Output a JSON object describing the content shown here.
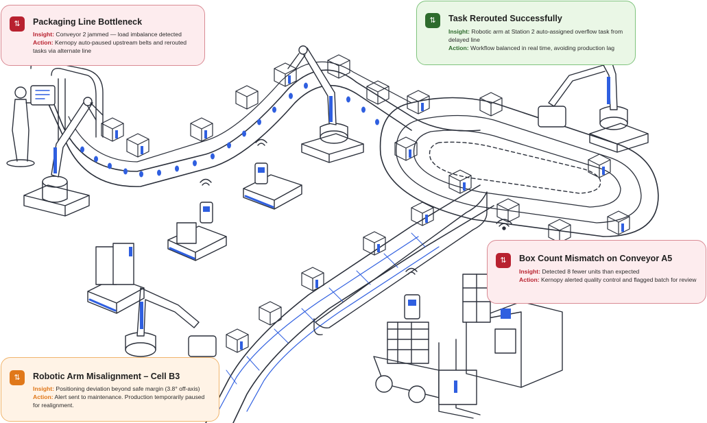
{
  "cards": [
    {
      "title": "Packaging Line Bottleneck",
      "insight_label": "Insight:",
      "insight": "Conveyor 2 jammed — load imbalance detected",
      "action_label": "Action:",
      "action": "Kernopy auto-paused upstream belts and rerouted tasks via alternate line",
      "icon": "alert-route-icon",
      "color": "#b8212f"
    },
    {
      "title": "Task Rerouted Successfully",
      "insight_label": "Insight:",
      "insight": "Robotic arm at Station 2 auto-assigned overflow task from delayed line",
      "action_label": "Action:",
      "action": "Workflow balanced in real time, avoiding production lag",
      "icon": "alert-route-icon",
      "color": "#2e6b2d"
    },
    {
      "title": "Box Count Mismatch on Conveyor A5",
      "insight_label": "Insight:",
      "insight": "Detected 8 fewer units than expected",
      "action_label": "Action:",
      "action": "Kernopy alerted quality control and flagged batch for review",
      "icon": "alert-route-icon",
      "color": "#b8212f"
    },
    {
      "title": "Robotic Arm Misalignment – Cell B3",
      "insight_label": "Insight:",
      "insight": "Positioning deviation beyond safe margin (3.8° off-axis)",
      "action_label": "Action:",
      "action": "Alert sent to maintenance. Production temporarily paused for realignment.",
      "icon": "alert-route-icon",
      "color": "#e0781a"
    }
  ],
  "illustration": {
    "accent": "#2f5fe0",
    "line": "#2a2f3a"
  }
}
